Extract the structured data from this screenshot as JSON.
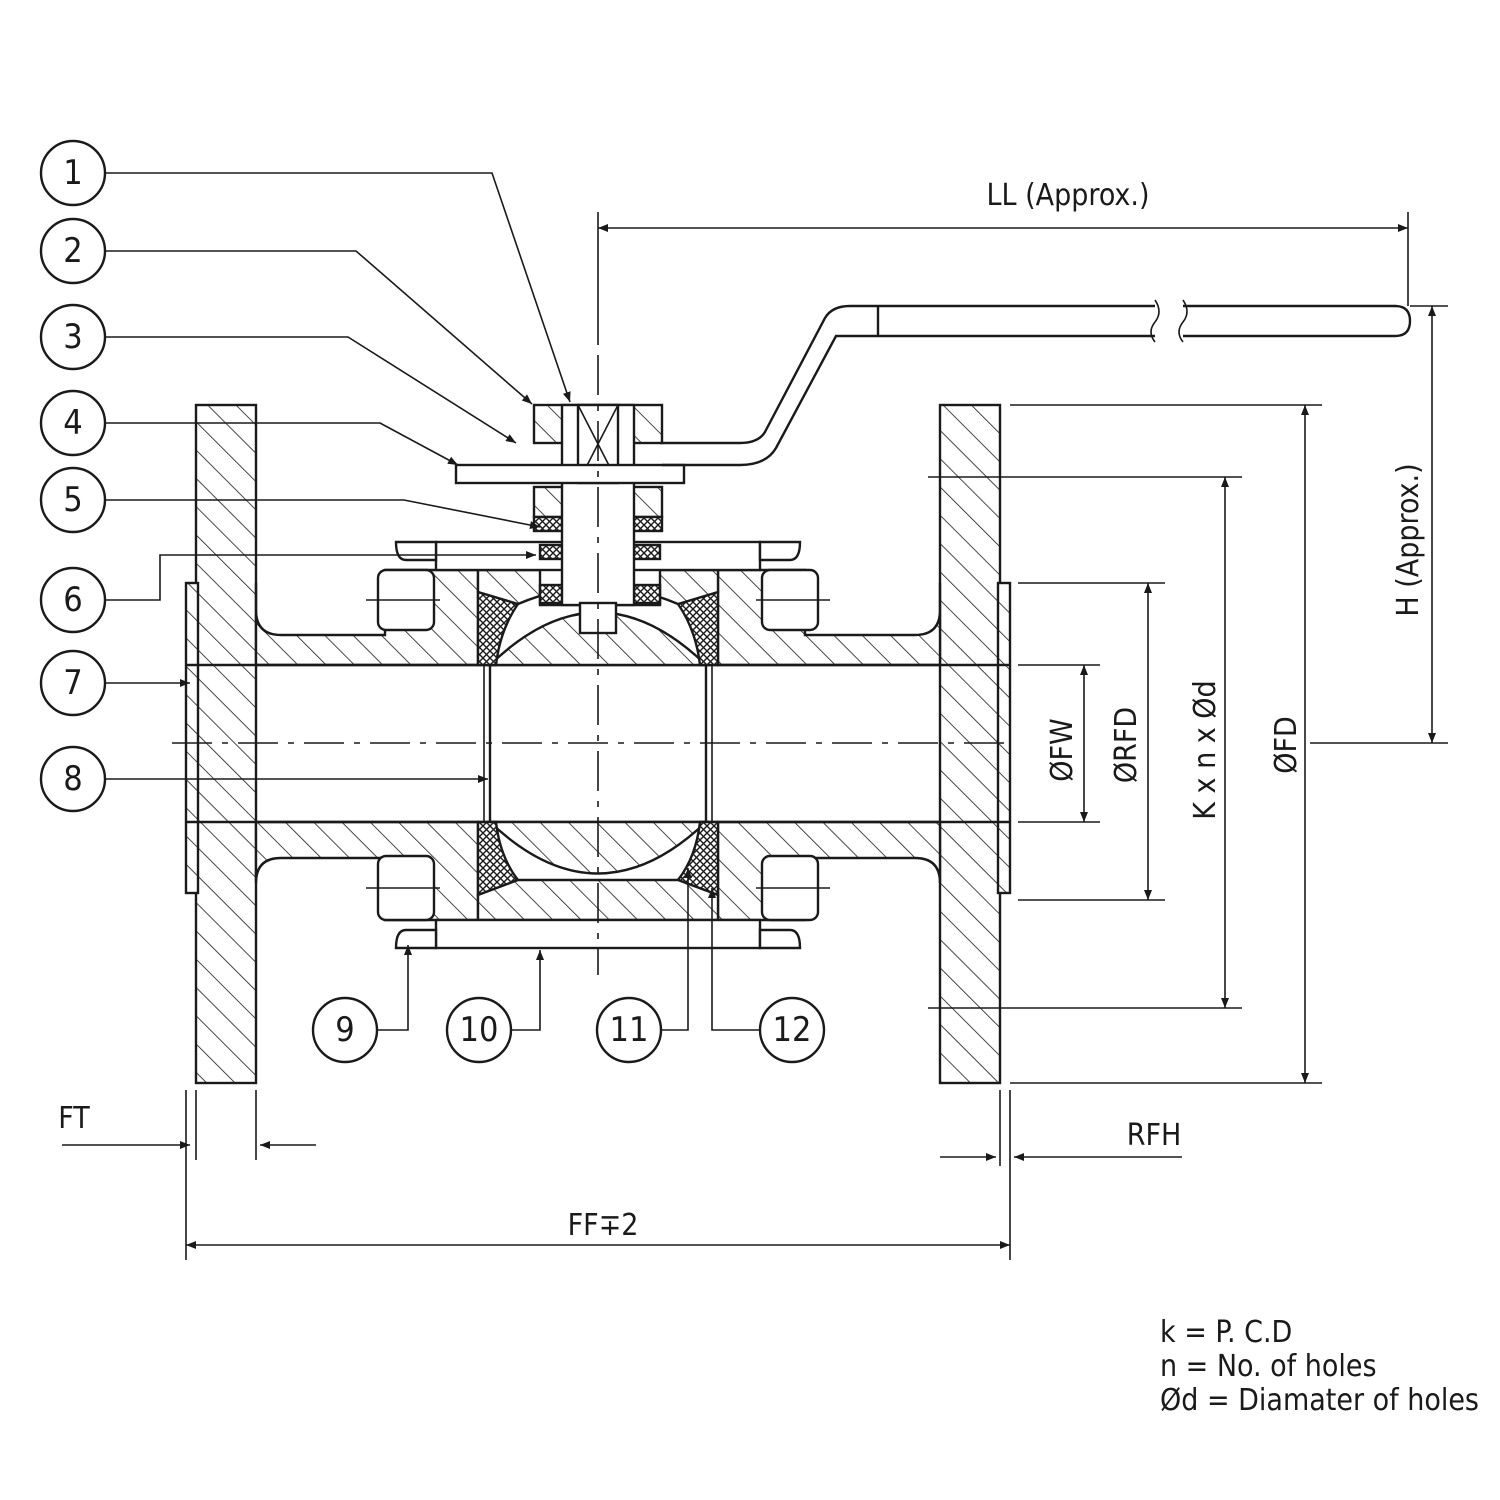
{
  "balloons": [
    "1",
    "2",
    "3",
    "4",
    "5",
    "6",
    "7",
    "8",
    "9",
    "10",
    "11",
    "12"
  ],
  "dimensions": {
    "ll": "LL (Approx.)",
    "h": "H (Approx.)",
    "fw": "ØFW",
    "rfd": "ØRFD",
    "pcd": "K x n x Ød",
    "fd": "ØFD",
    "ft": "FT",
    "rfh": "RFH",
    "ff": "FF∓2"
  },
  "notes": [
    "k = P. C.D",
    "n = No. of holes",
    "Ød = Diamater of holes"
  ]
}
